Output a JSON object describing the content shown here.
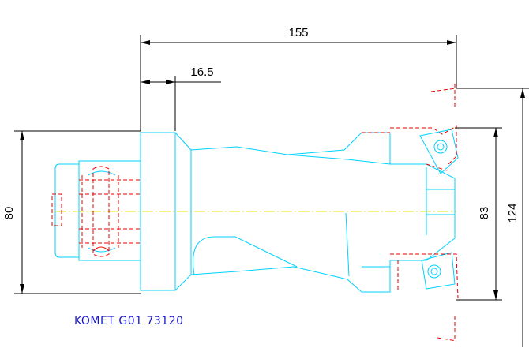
{
  "dimensions": {
    "overall_length": "155",
    "flange_width": "16.5",
    "shank_diameter": "80",
    "insert_span": "83",
    "cutting_diameter": "124"
  },
  "title_label": "KOMET G01 73120",
  "colors": {
    "outline": "#00d2ff",
    "hidden_lines": "#ee0000",
    "centerline": "#e8e800",
    "dimensions": "#000000",
    "label": "#1a1acc"
  }
}
